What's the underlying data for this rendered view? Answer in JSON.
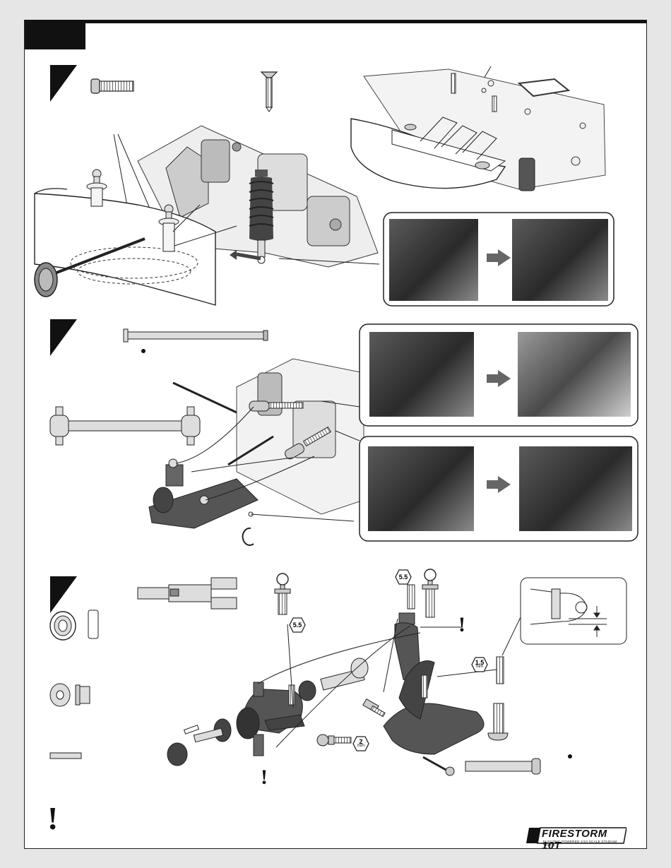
{
  "page": {
    "badges": [
      {
        "id": "hex-5-5-a",
        "label": "5.5",
        "unit": ""
      },
      {
        "id": "hex-5-5-b",
        "label": "5.5",
        "unit": ""
      },
      {
        "id": "hex-1-5",
        "label": "1.5",
        "unit": "mm"
      },
      {
        "id": "hex-2",
        "label": "2",
        "unit": "mm"
      }
    ],
    "warning_mark": "!",
    "logo": {
      "wordmark": "FIRESTORM 10T",
      "tagline": "ELECTRIC POWERED 1/10 SCALE STADIUM TRUCK"
    }
  }
}
